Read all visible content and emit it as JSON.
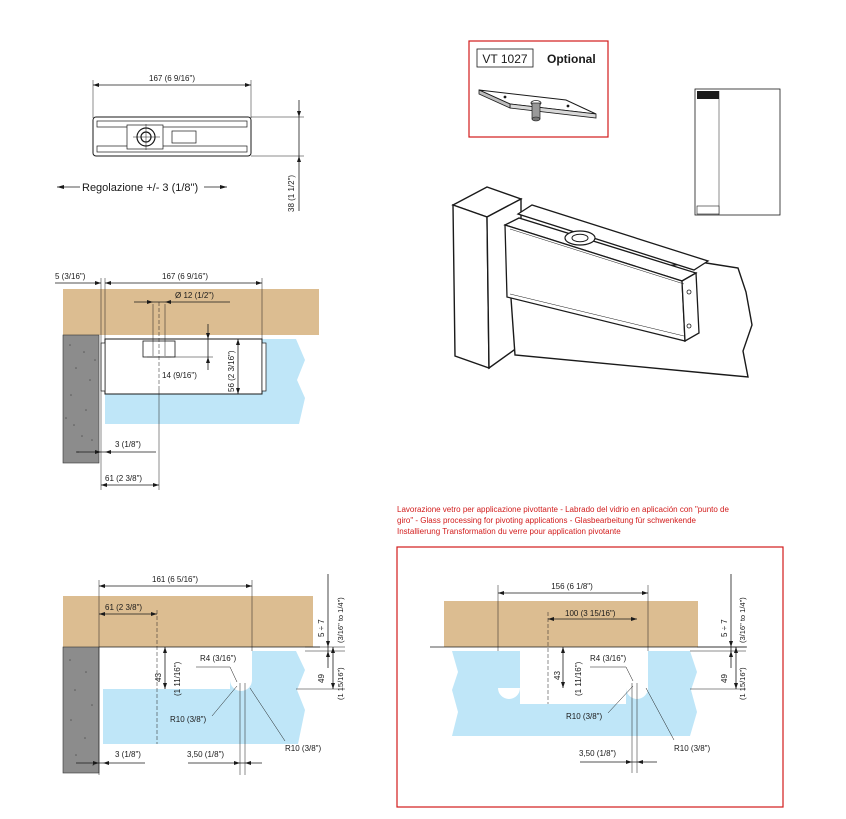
{
  "colors": {
    "wood": "#dcbd91",
    "glass": "#bfe6f8",
    "concrete": "#8c8c8c",
    "accent_red": "#d21c1c"
  },
  "top_view": {
    "width_dim": "167 (6  9/16\")",
    "height_dim": "38 (1  1/2\")",
    "adjust_label": "Regolazione +/- 3 (1/8\")"
  },
  "optional_box": {
    "code": "VT 1027",
    "label": "Optional"
  },
  "section_view": {
    "left_dim": "5 (3/16\")",
    "width_dim": "167 (6  9/16\")",
    "diameter_dim": "Ø 12 (1/2\")",
    "depth_dim": "14 (9/16\")",
    "height_dim": "56 (2  3/16\")",
    "gap_dim": "3 (1/8\")",
    "offset_dim": "61 (2  3/8\")"
  },
  "glass_left": {
    "width_dim": "161 (6  5/16\")",
    "offset_dim": "61 (2  3/8\")",
    "notch_depth": "43",
    "notch_depth_in": "(1  11/16\")",
    "radius_small": "R4 (3/16\")",
    "radius_large_a": "R10 (3/8\")",
    "radius_large_b": "R10 (3/8\")",
    "gap_dim": "3 (1/8\")",
    "notch_width": "3,50 (1/8\")",
    "range_dim": "5 ÷ 7",
    "range_dim_in": "(3/16\" to 1/4\")",
    "total_height": "49",
    "total_height_in": "(1  15/16\")"
  },
  "glass_processing": {
    "caption": "Lavorazione vetro per applicazione pivottante - Labrado del vidrio en aplicación con \"punto de giro\" - Glass processing for pivoting applications - Glasbearbeitung für schwenkende Installierung Transformation du verre pour application pivotante",
    "caption_lines": [
      "Lavorazione vetro per applicazione pivottante - Labrado del vidrio en aplicación con \"punto de",
      "giro\" - Glass processing for pivoting applications - Glasbearbeitung für schwenkende",
      "Installierung Transformation du verre pour application pivotante"
    ],
    "width_dim": "156 (6  1/8\")",
    "center_dim": "100 (3  15/16\")",
    "notch_depth": "43",
    "notch_depth_in": "(1  11/16\")",
    "radius_small": "R4 (3/16\")",
    "radius_large_a": "R10 (3/8\")",
    "radius_large_b": "R10 (3/8\")",
    "notch_width": "3,50 (1/8\")",
    "range_dim": "5 ÷ 7",
    "range_dim_in": "(3/16\" to 1/4\")",
    "total_height": "49",
    "total_height_in": "(1  15/16\")"
  }
}
